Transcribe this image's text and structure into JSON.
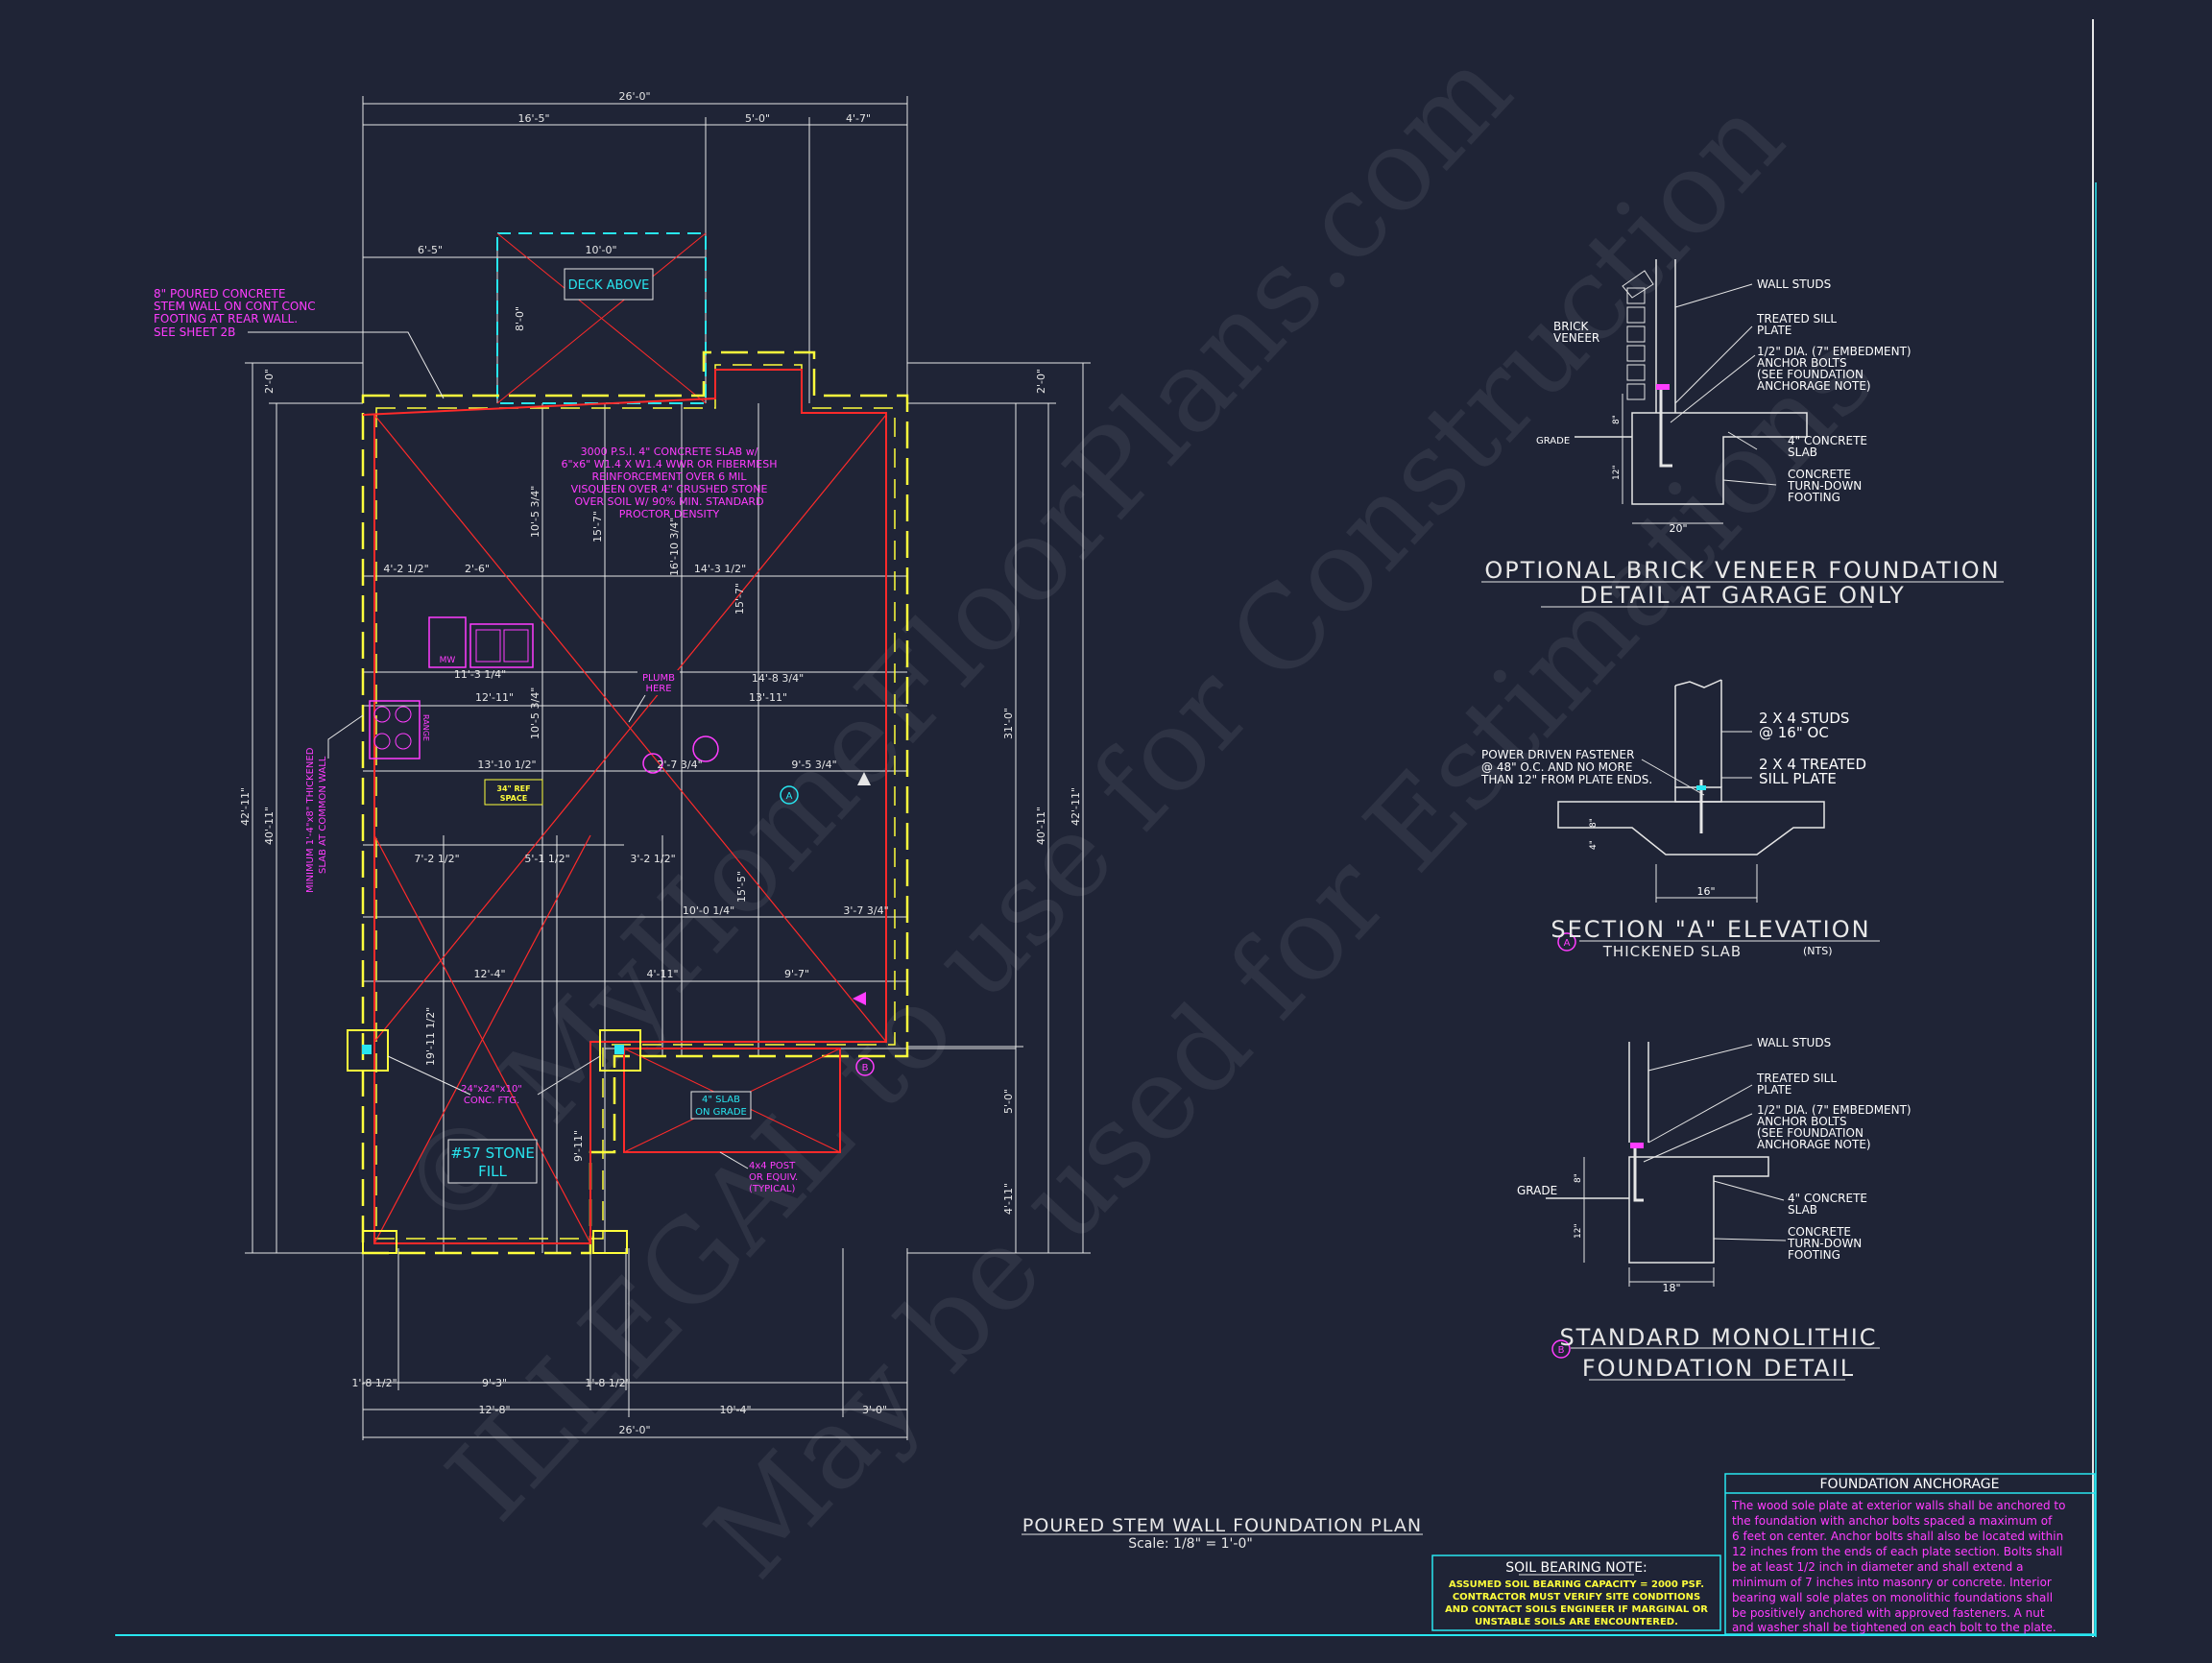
{
  "plan": {
    "title": "POURED STEM WALL FOUNDATION PLAN",
    "scale": "Scale: 1/8\" = 1'-0\"",
    "dims_top": [
      "26'-0\"",
      "16'-5\"",
      "5'-0\"",
      "4'-7\"",
      "6'-5\"",
      "10'-0\"",
      "8'-0\""
    ],
    "dims_bottom": [
      "1'-8 1/2\"",
      "9'-3\"",
      "1'-8 1/2\"",
      "12'-8\"",
      "10'-4\"",
      "3'-0\"",
      "26'-0\""
    ],
    "dims_side": [
      "42'-11\"",
      "40'-11\"",
      "2'-0\"",
      "2'-0\"",
      "31'-0\"",
      "40'-11\"",
      "42'-11\"",
      "5'-0\"",
      "4'-11\""
    ],
    "dims_interior": [
      "4'-2 1/2\"",
      "2'-6\"",
      "14'-3 1/2\"",
      "10'-5 3/4\"",
      "15'-7\"",
      "16'-10 3/4\"",
      "15'-7\"",
      "11'-3 1/4\"",
      "12'-11\"",
      "14'-8 3/4\"",
      "13'-11\"",
      "13'-10 1/2\"",
      "10'-5 3/4\"",
      "2'-7 3/4\"",
      "9'-5 3/4\"",
      "7'-2 1/2\"",
      "5'-1 1/2\"",
      "3'-2 1/2\"",
      "10'-0 1/4\"",
      "3'-7 3/4\"",
      "12'-4\"",
      "4'-11\"",
      "9'-7\"",
      "19'-11 1/2\"",
      "15'-5\"",
      "9'-11\""
    ],
    "labels": {
      "deck_above": "DECK ABOVE",
      "stem_wall_note": [
        "8\" POURED CONCRETE",
        "STEM WALL ON CONT CONC",
        "FOOTING AT REAR WALL.",
        "SEE SHEET 2B"
      ],
      "slab_note": [
        "3000 P.S.I. 4\" CONCRETE SLAB w/",
        "6\"x6\" W1.4 X W1.4 WWR OR FIBERMESH",
        "REINFORCEMENT OVER 6 MIL",
        "VISQUEEN OVER 4\" CRUSHED STONE",
        "OVER SOIL W/ 90% MIN. STANDARD",
        "PROCTOR DENSITY"
      ],
      "plumb_here": [
        "PLUMB",
        "HERE"
      ],
      "thickened_slab": [
        "MINIMUM 1'-4\"x8\" THICKENED",
        "SLAB AT COMMON WALL"
      ],
      "range": "RANGE",
      "mw": "MW",
      "ref_space": [
        "34\" REF",
        "SPACE"
      ],
      "conc_ftg": [
        "24\"x24\"x10\"",
        "CONC. FTG."
      ],
      "stone_fill": [
        "#57 STONE",
        "FILL"
      ],
      "slab_on_grade": [
        "4\" SLAB",
        "ON GRADE"
      ],
      "post_note": [
        "4x4 POST",
        "OR EQUIV.",
        "(TYPICAL)"
      ],
      "marker_a": "A",
      "marker_b": "B"
    }
  },
  "brick_detail": {
    "title": [
      "OPTIONAL BRICK VENEER FOUNDATION",
      "DETAIL AT GARAGE ONLY"
    ],
    "labels": [
      "WALL STUDS",
      "TREATED SILL",
      "PLATE",
      "1/2\" DIA. (7\" EMBEDMENT)",
      "ANCHOR BOLTS",
      "(SEE FOUNDATION",
      "ANCHORAGE NOTE)",
      "4\" CONCRETE",
      "SLAB",
      "CONCRETE",
      "TURN-DOWN",
      "FOOTING",
      "BRICK",
      "VENEER",
      "GRADE"
    ],
    "dims": [
      "20\"",
      "8\"",
      "12\""
    ]
  },
  "section_a": {
    "title": "SECTION \"A\" ELEVATION",
    "subtitle": "THICKENED SLAB",
    "nts": "(NTS)",
    "marker": "A",
    "labels": [
      "2 X 4 STUDS",
      "@ 16\" OC",
      "2 X 4 TREATED",
      "SILL PLATE",
      "POWER DRIVEN FASTENER",
      "@ 48\" O.C. AND NO MORE",
      "THAN 12\" FROM PLATE ENDS."
    ],
    "dims": [
      "16\"",
      "4\"",
      "8\""
    ]
  },
  "monolithic": {
    "title": [
      "STANDARD MONOLITHIC",
      "FOUNDATION DETAIL"
    ],
    "marker": "B",
    "labels": [
      "WALL STUDS",
      "TREATED SILL",
      "PLATE",
      "1/2\" DIA. (7\" EMBEDMENT)",
      "ANCHOR BOLTS",
      "(SEE FOUNDATION",
      "ANCHORAGE NOTE)",
      "4\" CONCRETE",
      "SLAB",
      "CONCRETE",
      "TURN-DOWN",
      "FOOTING",
      "GRADE"
    ],
    "dims": [
      "18\"",
      "8\"",
      "12\""
    ]
  },
  "soil_note": {
    "title": "SOIL BEARING NOTE:",
    "lines": [
      "ASSUMED SOIL BEARING CAPACITY = 2000 PSF.",
      "CONTRACTOR MUST VERIFY SITE CONDITIONS",
      "AND CONTACT SOILS ENGINEER IF MARGINAL OR",
      "UNSTABLE SOILS ARE ENCOUNTERED."
    ]
  },
  "anchorage": {
    "title": "FOUNDATION ANCHORAGE",
    "lines": [
      "The wood sole plate at exterior walls shall be anchored to",
      "the foundation with anchor bolts spaced a maximum of",
      "6 feet on center. Anchor bolts shall also be located within",
      "12 inches from the ends of each plate section. Bolts shall",
      "be at least 1/2 inch in diameter and shall extend a",
      "minimum of 7 inches into masonry or concrete. Interior",
      "bearing wall sole plates on monolithic foundations shall",
      "be positively anchored with approved fasteners. A nut",
      "and washer shall be tightened on each bolt to the plate."
    ]
  },
  "watermark": [
    "© MyHomeFloorPlans.com",
    "ILLEGAL to use for Construction",
    "May be used for Estimations"
  ],
  "colors": {
    "background": "#1f2436",
    "magenta": "#ff3dff",
    "cyan": "#28e6f0",
    "yellow": "#ffff3c",
    "red": "#ff2a2a",
    "white": "#e6e6e6"
  }
}
